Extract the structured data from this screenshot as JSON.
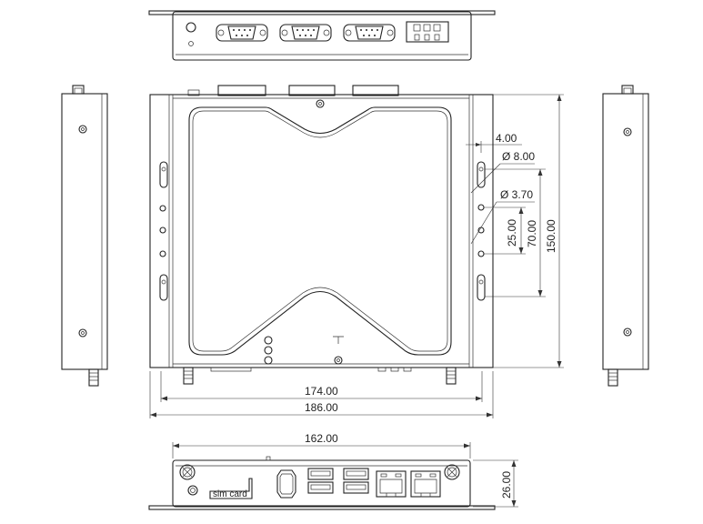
{
  "dimensions": {
    "offset": "4.00",
    "hole_large": "Ø 8.00",
    "hole_small": "Ø 3.70",
    "spacing_small": "25.00",
    "spacing_mount": "70.00",
    "depth": "150.00",
    "width_inner": "174.00",
    "width_outer": "186.00",
    "front_width": "162.00",
    "height": "26.00"
  },
  "labels": {
    "sim_card": "sim card"
  }
}
